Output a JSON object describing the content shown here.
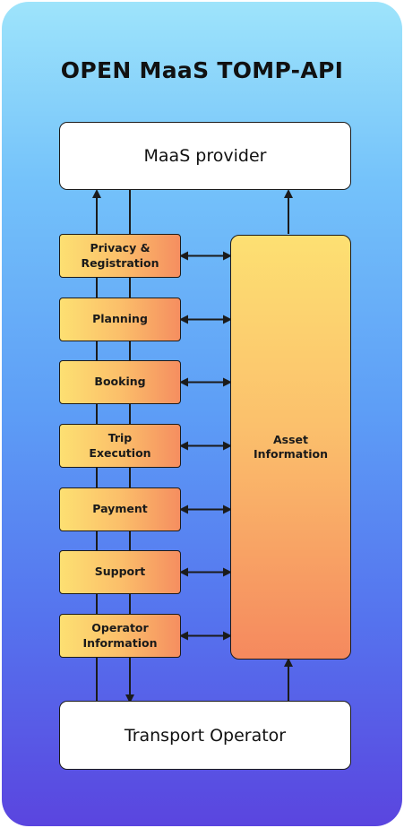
{
  "title": "OPEN MaaS TOMP-API",
  "top_box": "MaaS provider",
  "bottom_box": "Transport Operator",
  "functions": [
    [
      "Privacy &",
      "Registration"
    ],
    [
      "Planning"
    ],
    [
      "Booking"
    ],
    [
      "Trip",
      "Execution"
    ],
    [
      "Payment"
    ],
    [
      "Support"
    ],
    [
      "Operator",
      "Information"
    ]
  ],
  "asset_box": [
    "Asset",
    "Information"
  ],
  "colors": {
    "background_top": "#9ee4fb",
    "background_bottom": "#5a45df",
    "box_gradient_start": "#fde072",
    "box_gradient_end": "#f58e60",
    "line": "#1b1b1b"
  }
}
